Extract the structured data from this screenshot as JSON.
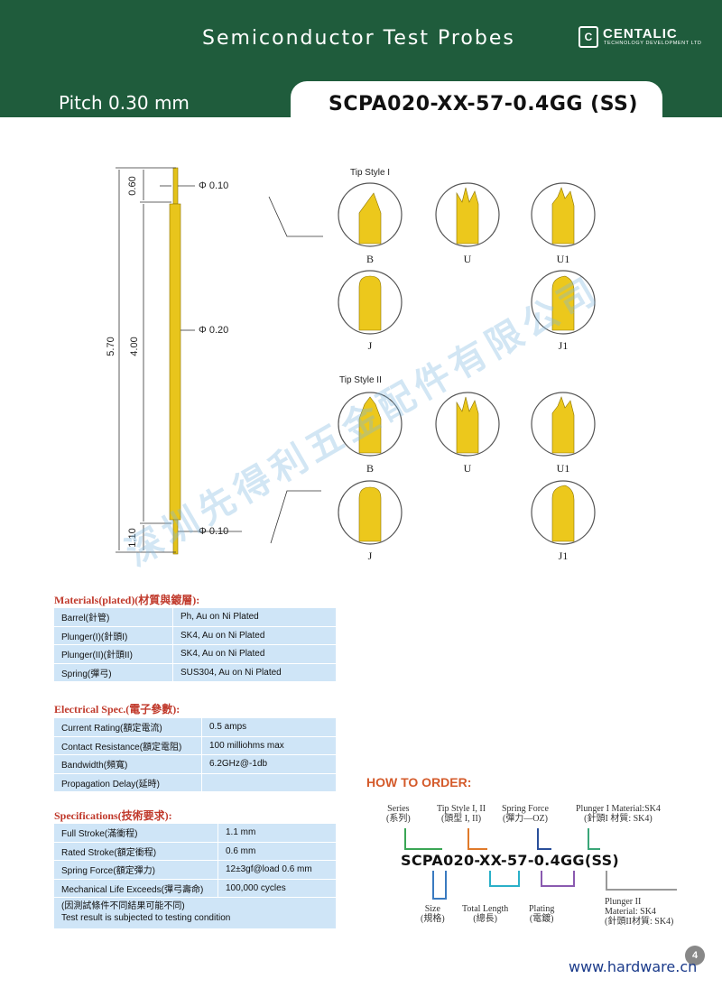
{
  "header": {
    "title": "Semiconductor Test Probes",
    "logo_name": "CENTALIC",
    "logo_sub": "TECHNOLOGY DEVELOPMENT LTD",
    "pitch": "Pitch 0.30 mm",
    "model": "SCPA020-XX-57-0.4GG (SS)"
  },
  "drawing": {
    "dim_060": "0.60",
    "dim_570": "5.70",
    "dim_400": "4.00",
    "dim_110": "1.10",
    "phi_top": "Φ 0.10",
    "phi_mid": "Φ 0.20",
    "phi_bot": "Φ 0.10"
  },
  "tips": {
    "style1_label": "Tip Style I",
    "style2_label": "Tip Style II",
    "style1": [
      "B",
      "U",
      "U1",
      "J",
      "J1"
    ],
    "style2": [
      "B",
      "U",
      "U1",
      "J",
      "J1"
    ]
  },
  "materials": {
    "title": "Materials(plated)(材質與鍍層):",
    "rows": [
      {
        "k": "Barrel(針管)",
        "v": "Ph, Au on Ni Plated"
      },
      {
        "k": "Plunger(I)(針頭I)",
        "v": "SK4, Au on Ni Plated"
      },
      {
        "k": "Plunger(II)(針頭II)",
        "v": "SK4, Au on Ni Plated"
      },
      {
        "k": "Spring(彈弓)",
        "v": "SUS304, Au on Ni Plated"
      }
    ]
  },
  "electrical": {
    "title": "Electrical Spec.(電子參數):",
    "rows": [
      {
        "k": "Current Rating(額定電流)",
        "v": "0.5 amps"
      },
      {
        "k": "Contact Resistance(額定電阻)",
        "v": "100 milliohms max"
      },
      {
        "k": "Bandwidth(頻寬)",
        "v": "6.2GHz@-1db"
      },
      {
        "k": "Propagation Delay(延時)",
        "v": ""
      }
    ]
  },
  "specs": {
    "title": "Specifications(技術要求):",
    "rows": [
      {
        "k": "Full Stroke(滿衝程)",
        "v": "1.1 mm"
      },
      {
        "k": "Rated Stroke(額定衝程)",
        "v": "0.6 mm"
      },
      {
        "k": "Spring Force(額定彈力)",
        "v": "12±3gf@load 0.6 mm"
      },
      {
        "k": "Mechanical Life Exceeds(彈弓壽命)",
        "v": "100,000 cycles"
      }
    ],
    "note1": "(因測試條件不同結果可能不同)",
    "note2": "Test result is subjected to testing condition"
  },
  "order": {
    "title": "HOW TO ORDER:",
    "code": "SCPA020-XX-57-0.4GG(SS)",
    "series": "Series",
    "series_cn": "(系列)",
    "tip_style": "Tip Style I, II",
    "tip_style_cn": "(頭型 I, II)",
    "spring_force": "Spring Force",
    "spring_force_cn": "(彈力—OZ)",
    "plunger1": "Plunger I Material:SK4",
    "plunger1_cn": "(針頭I 材質: SK4)",
    "size": "Size",
    "size_cn": "(規格)",
    "total_length": "Total Length",
    "total_length_cn": "(總長)",
    "plating": "Plating",
    "plating_cn": "(電鍍)",
    "plunger2a": "Plunger II",
    "plunger2b": "Material: SK4",
    "plunger2_cn": "(針頭II材質: SK4)",
    "colors": {
      "series": "#3aa655",
      "tip": "#e07a2a",
      "spring": "#2a4f9a",
      "plunger1": "#3aa678",
      "size": "#3a7ac0",
      "length": "#2ab0c8",
      "plating": "#8a5ab0",
      "plunger2": "#999999"
    }
  },
  "footer": {
    "url": "www.hardware.cn",
    "page": "4"
  },
  "watermark": "深圳先得利五金配件有限公司"
}
